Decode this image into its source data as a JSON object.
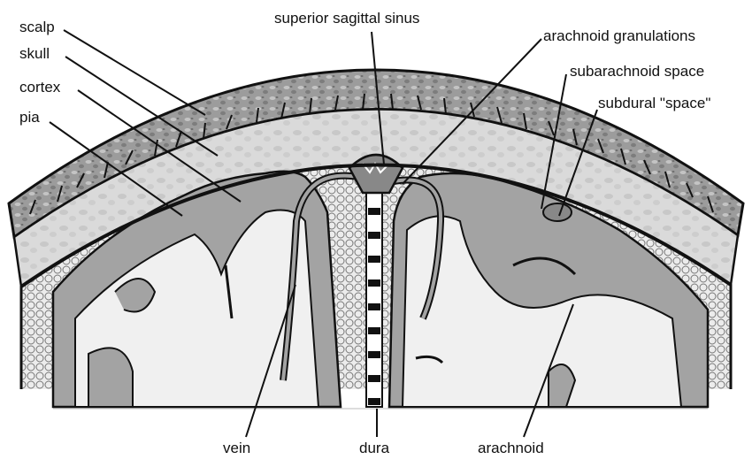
{
  "labels": {
    "scalp": "scalp",
    "skull": "skull",
    "cortex": "cortex",
    "pia": "pia",
    "superior_sagittal_sinus": "superior sagittal sinus",
    "arachnoid_granulations": "arachnoid granulations",
    "subarachnoid_space": "subarachnoid space",
    "subdural_space": "subdural \"space\"",
    "vein": "vein",
    "dura": "dura",
    "arachnoid": "arachnoid"
  },
  "colors": {
    "scalp_fill": "#9a9a9a",
    "skull_fill": "#d6d6d6",
    "cortex_fill": "#a3a3a3",
    "white_matter": "#f0f0f0",
    "outline": "#111111",
    "subarachnoid_mesh": "#d0d0d0"
  }
}
